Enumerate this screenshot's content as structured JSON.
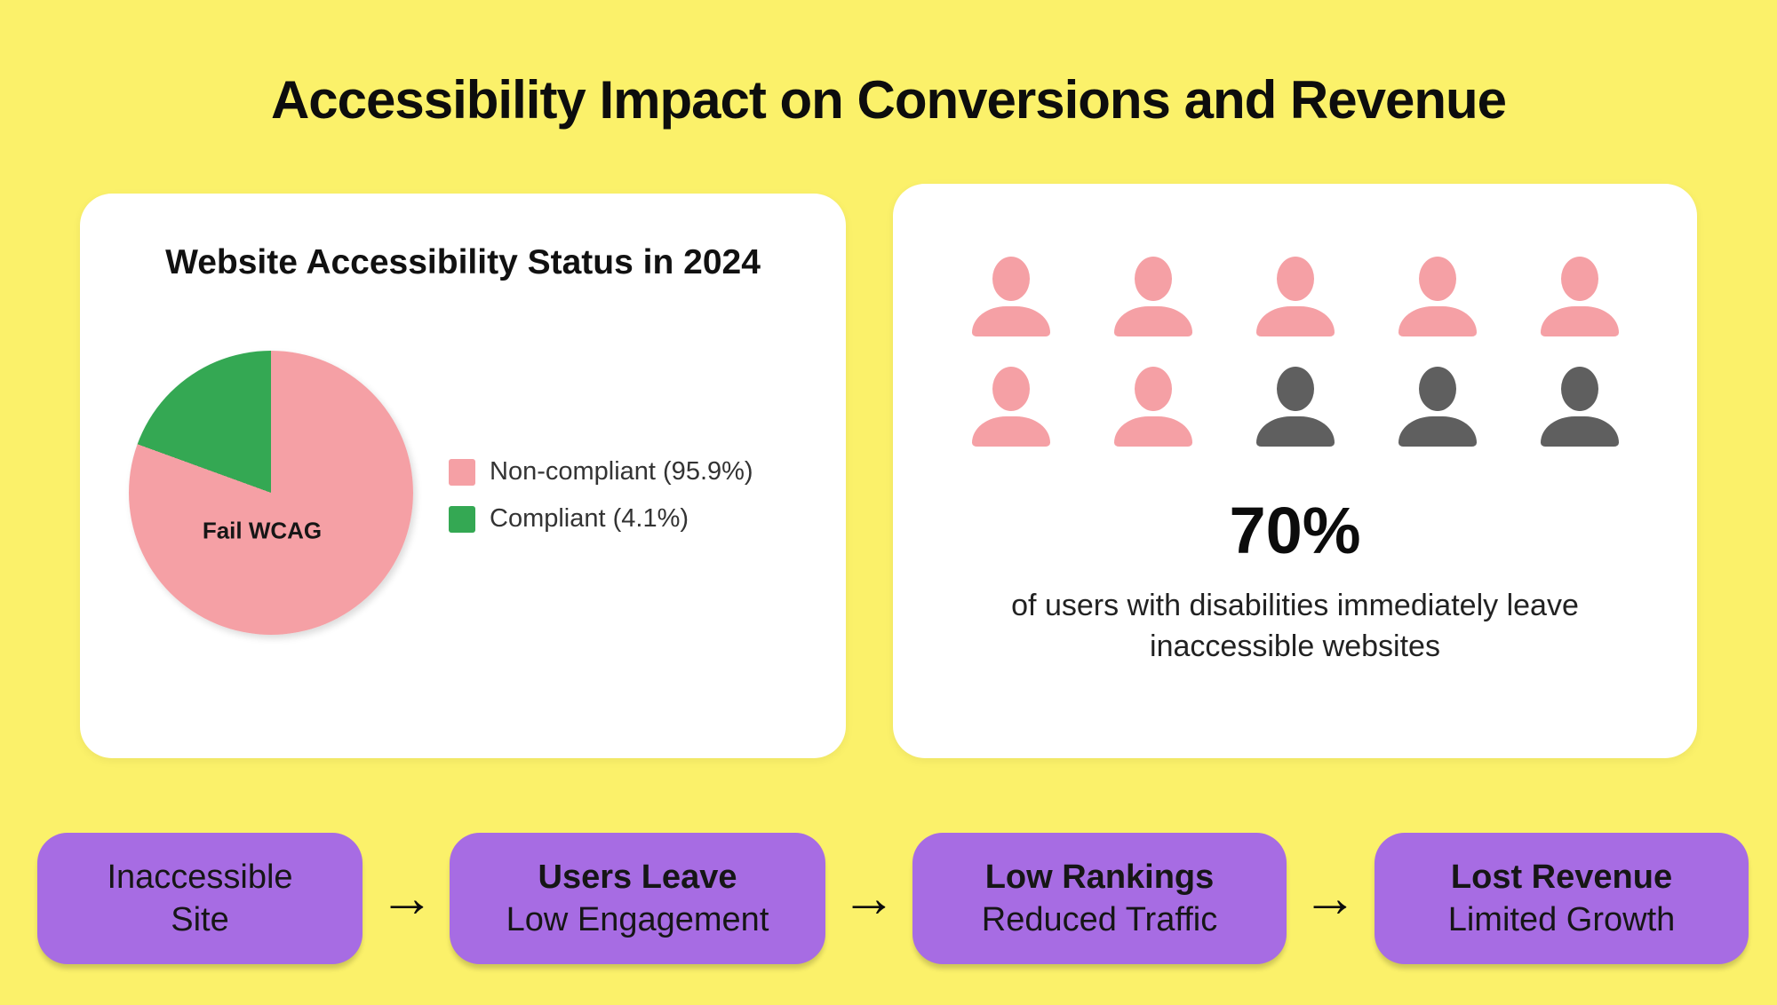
{
  "page_title": "Accessibility Impact on Conversions and Revenue",
  "colors": {
    "background": "#FBF16A",
    "card": "#FFFFFF",
    "pink": "#F5A0A5",
    "green": "#34A853",
    "gray": "#5F5F5F",
    "purple": "#A76CE3",
    "text": "#0D0D0D"
  },
  "chart_data": [
    {
      "type": "pie",
      "title": "Website Accessibility Status in 2024",
      "labels": [
        "Non-compliant (95.9%)",
        "Compliant (4.1%)"
      ],
      "values": [
        95.9,
        4.1
      ],
      "colors": [
        "#F5A0A5",
        "#34A853"
      ],
      "slice_label": "Fail WCAG",
      "legend_position": "right",
      "start_angle_deg": 0,
      "visual_green_sweep_deg": 70
    },
    {
      "type": "pictogram",
      "total_icons": 10,
      "highlighted_icons": 7,
      "highlight_color": "#F5A0A5",
      "muted_color": "#5F5F5F",
      "stat": "70%",
      "caption": "of users with disabilities immediately leave inaccessible websites"
    }
  ],
  "left_card": {
    "title": "Website Accessibility Status in 2024",
    "pie_center_label": "Fail WCAG",
    "legend": [
      {
        "label": "Non-compliant (95.9%)",
        "color": "#F5A0A5"
      },
      {
        "label": "Compliant (4.1%)",
        "color": "#34A853"
      }
    ]
  },
  "right_card": {
    "stat": "70%",
    "caption_line1": "of users with disabilities immediately leave",
    "caption_line2": "inaccessible websites",
    "pictogram_rows": [
      [
        "pink",
        "pink",
        "pink",
        "pink",
        "pink"
      ],
      [
        "pink",
        "pink",
        "gray",
        "gray",
        "gray"
      ]
    ]
  },
  "flow": {
    "arrow_glyph": "→",
    "steps": [
      {
        "line1": "Inaccessible",
        "line2": "Site",
        "line1_bold": false
      },
      {
        "line1": "Users Leave",
        "line2": "Low Engagement",
        "line1_bold": true
      },
      {
        "line1": "Low Rankings",
        "line2": "Reduced Traffic",
        "line1_bold": true
      },
      {
        "line1": "Lost Revenue",
        "line2": "Limited Growth",
        "line1_bold": true
      }
    ]
  }
}
